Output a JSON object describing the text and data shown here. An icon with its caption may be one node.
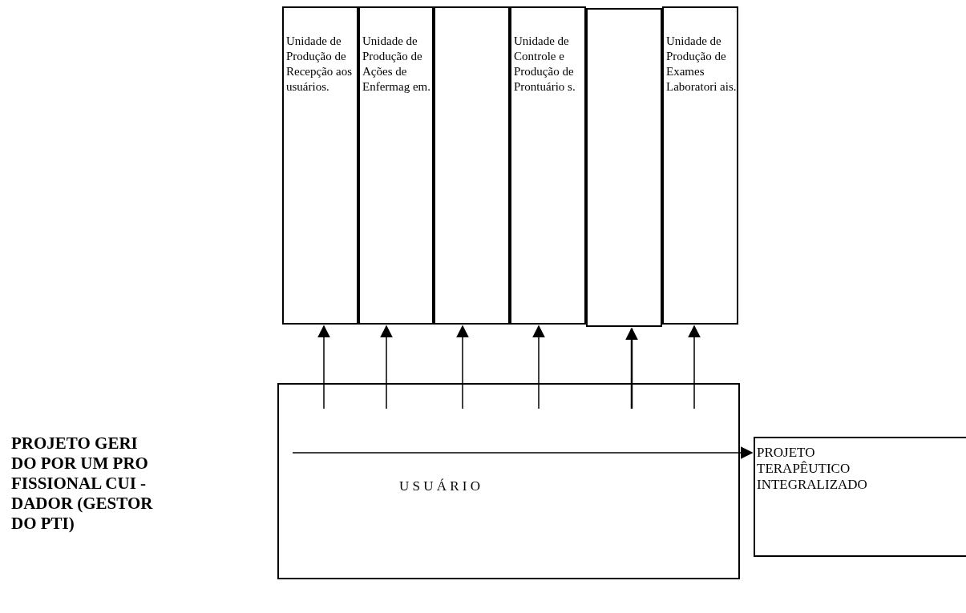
{
  "diagram": {
    "nodes": [
      {
        "text": [
          "Unidade de Produção de Recepção aos usuários."
        ]
      },
      {
        "text": [
          "Unidade de Produção de Ações de Enfermag em."
        ]
      },
      {
        "text": [],
        "shape": "box"
      },
      {
        "text": [
          "Unidade de Controle e Produção de Prontuário s."
        ]
      },
      {
        "text": [],
        "shape": "box"
      },
      {
        "text": [
          "Unidade de Produção de Exames Laboratori ais."
        ]
      },
      {
        "text": [
          "U S U Á R I O"
        ]
      },
      {
        "text": [
          "PROJETO TERAPÊUTICO INTEGRALIZADO"
        ]
      }
    ],
    "edges": [
      {
        "from": 6,
        "to": 0,
        "arrow": "to"
      },
      {
        "from": 6,
        "to": 1,
        "arrow": "to"
      },
      {
        "from": 6,
        "to": 2,
        "arrow": "to"
      },
      {
        "from": 6,
        "to": 3,
        "arrow": "to"
      },
      {
        "from": 6,
        "to": 4,
        "arrow": "to"
      },
      {
        "from": 6,
        "to": 5,
        "arrow": "to"
      },
      {
        "from": 6,
        "to": 7,
        "arrow": "to"
      }
    ],
    "labels": [
      "PROJETO GERI DO POR UM PRO FISSIONAL CUI - DADOR (GESTOR DO PTI)"
    ]
  }
}
